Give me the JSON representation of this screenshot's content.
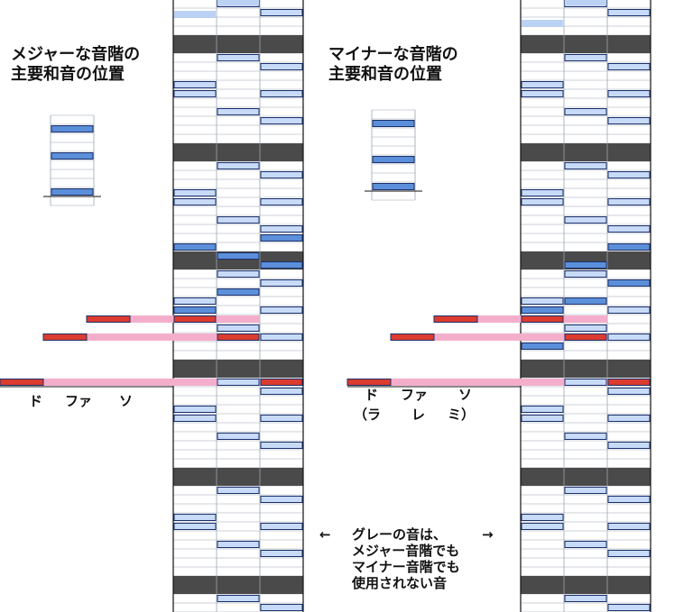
{
  "left_panel": {
    "title_lines": [
      "メジャーな音階の",
      "主要和音の位置"
    ],
    "note_names": [
      "ド",
      "ファ",
      "ソ"
    ]
  },
  "right_panel": {
    "title_lines": [
      "マイナーな音階の",
      "主要和音の位置"
    ],
    "note_names": [
      "ド",
      "ファ",
      "ソ"
    ],
    "minor_names": [
      "（ラ",
      "レ",
      "ミ）"
    ]
  },
  "annotation": {
    "left_arrow": "←",
    "right_arrow": "→",
    "lines": [
      "グレーの音は、",
      "メジャー音階でも",
      "マイナー音階でも",
      "使用されない音"
    ]
  },
  "colors": {
    "grid_line": "#9aa6b2",
    "dark_band": "#4a4a4a",
    "note_blue": "#5b8fd9",
    "note_light": "#c7daf7",
    "note_faint": "#bcd2f5",
    "note_red": "#dc3b2f",
    "bar_pink": "#f4aecb"
  }
}
